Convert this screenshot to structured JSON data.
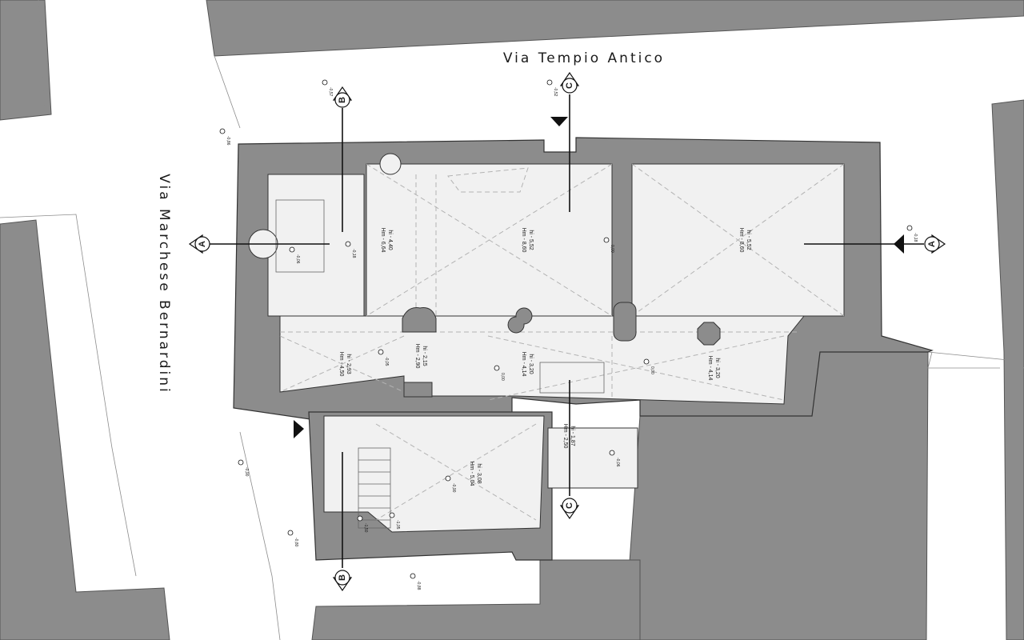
{
  "streets": {
    "top": "Via Tempio Antico",
    "left": "Via Marchese Bernardini"
  },
  "section_markers": [
    {
      "id": "a-left",
      "letter": "A"
    },
    {
      "id": "a-right",
      "letter": "A"
    },
    {
      "id": "b-top",
      "letter": "B"
    },
    {
      "id": "b-bottom",
      "letter": "B"
    },
    {
      "id": "c-top",
      "letter": "C"
    },
    {
      "id": "c-bottom",
      "letter": "C"
    }
  ],
  "rooms": [
    {
      "id": "room-1",
      "hm": "Hm - 6,64",
      "hi": "hi - 4,40"
    },
    {
      "id": "room-2",
      "hm": "Hm - 8,60",
      "hi": "hi - 5,52"
    },
    {
      "id": "room-3",
      "hm": "Hm - 8,60",
      "hi": "hi - 5,52"
    },
    {
      "id": "room-4",
      "hm": "Hm - 4,50",
      "hi": "hi - 2,93"
    },
    {
      "id": "room-5",
      "hm": "Hm - 2,90",
      "hi": "hi - 2,15"
    },
    {
      "id": "room-6",
      "hm": "Hm - 4,14",
      "hi": "hi - 3,20"
    },
    {
      "id": "room-7",
      "hm": "Hm - 4,14",
      "hi": "hi - 3,20"
    },
    {
      "id": "room-8",
      "hm": "Hm - 5,04",
      "hi": "hi - 3,08"
    },
    {
      "id": "room-9",
      "hm": "Hm - 2,50",
      "hi": "hi - 1,87"
    }
  ],
  "elevations": [
    {
      "id": "e1",
      "value": "-0,57"
    },
    {
      "id": "e2",
      "value": "-0,86"
    },
    {
      "id": "e3",
      "value": "-0,52"
    },
    {
      "id": "e4",
      "value": "-0,18"
    },
    {
      "id": "e5",
      "value": "-0,06"
    },
    {
      "id": "e6",
      "value": "0,00"
    },
    {
      "id": "e7",
      "value": "-0,05"
    },
    {
      "id": "e8",
      "value": "0,00"
    },
    {
      "id": "e9",
      "value": "0,00"
    },
    {
      "id": "e10",
      "value": "-0,18"
    },
    {
      "id": "e11",
      "value": "-0,90"
    },
    {
      "id": "e12",
      "value": "-0,90"
    },
    {
      "id": "e13",
      "value": "-0,80"
    },
    {
      "id": "e14",
      "value": "-1,05"
    },
    {
      "id": "e15",
      "value": "-1,50"
    },
    {
      "id": "e16",
      "value": "-0,88"
    },
    {
      "id": "e17",
      "value": "-0,06"
    }
  ],
  "colors": {
    "building_fill": "#8c8c8c",
    "interior_fill": "#f1f1f1",
    "street_fill": "#ffffff",
    "line": "#111111"
  }
}
